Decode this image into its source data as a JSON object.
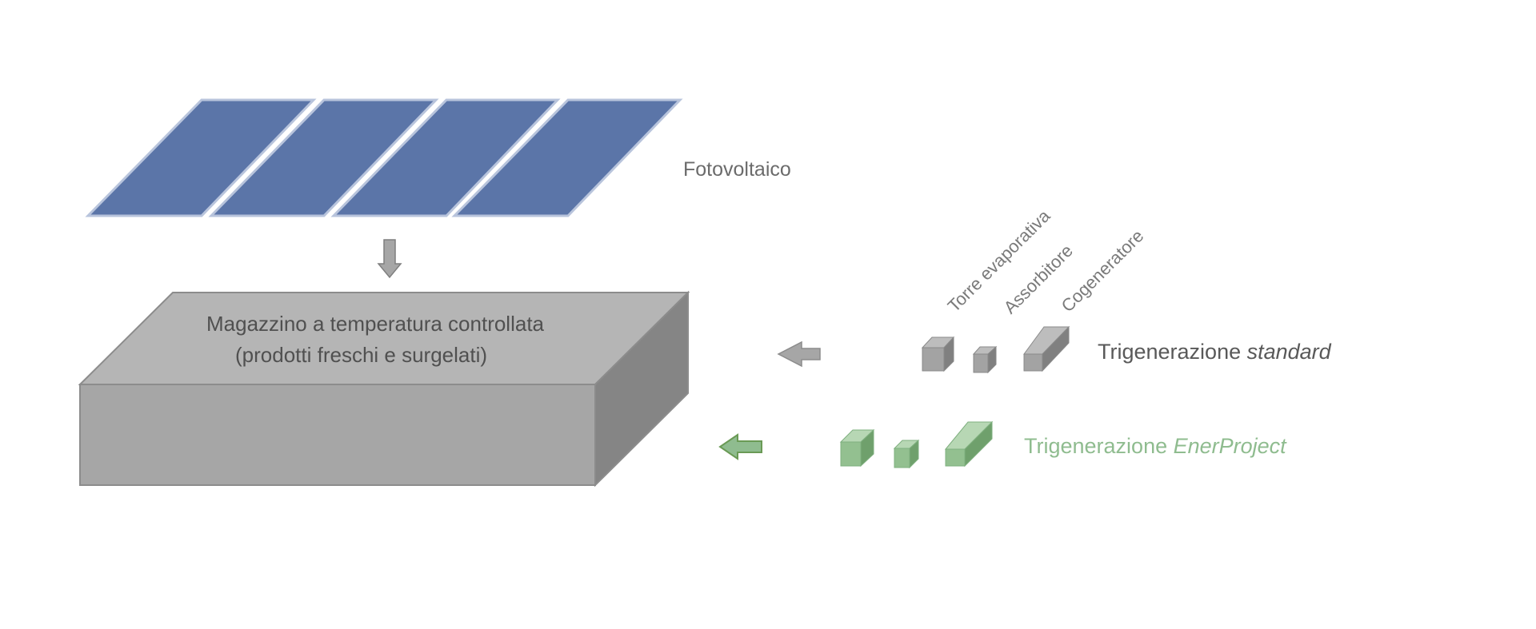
{
  "photovoltaic": {
    "label": "Fotovoltaico",
    "panel_color": "#5b75a8",
    "panels": 4
  },
  "warehouse": {
    "title": "Magazzino a temperatura controllata",
    "subtitle": "(prodotti freschi e surgelati)",
    "color": "#a6a6a6"
  },
  "components": [
    "Torre evaporativa",
    "Assorbitore",
    "Cogeneratore"
  ],
  "trigeneration_standard": {
    "prefix": "Trigenerazione ",
    "emphasis": "standard",
    "color": "#a0a0a0"
  },
  "trigeneration_enerproject": {
    "prefix": "Trigenerazione ",
    "emphasis": "EnerProject",
    "color": "#8fbc8f"
  }
}
